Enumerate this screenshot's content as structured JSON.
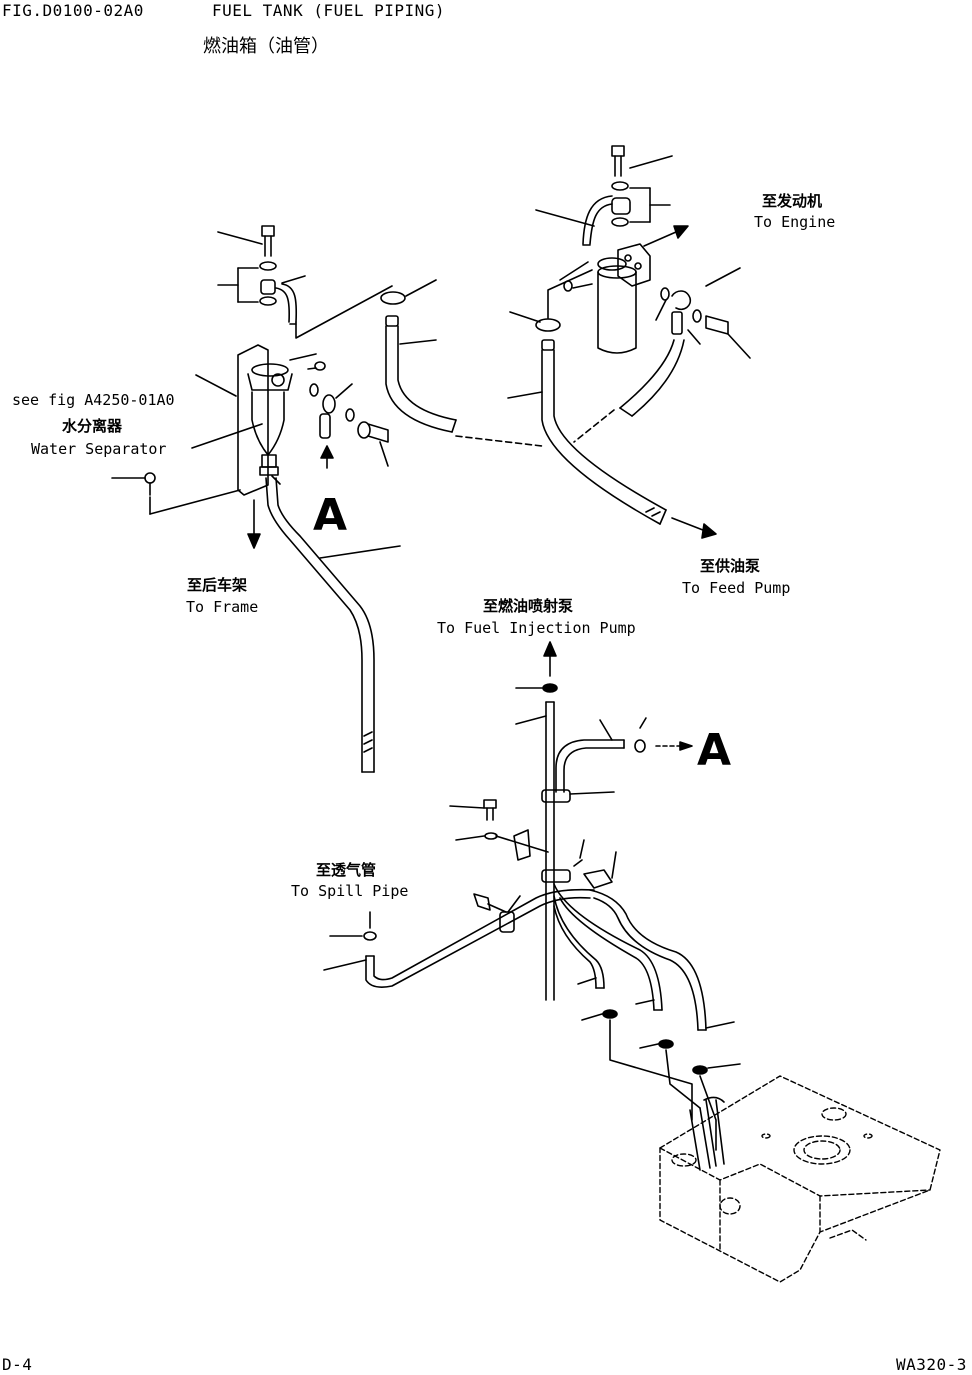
{
  "header": {
    "fig_no": "FIG.D0100-02A0",
    "title_en": "FUEL TANK (FUEL PIPING)",
    "title_cn": "燃油箱（油管）"
  },
  "labels": {
    "to_engine_cn": "至发动机",
    "to_engine_en": "To Engine",
    "see_fig": "see fig A4250-01A0",
    "water_sep_cn": "水分离器",
    "water_sep_en": "Water Separator",
    "to_frame_cn": "至后车架",
    "to_frame_en": "To Frame",
    "to_feed_pump_cn": "至供油泵",
    "to_feed_pump_en": "To Feed Pump",
    "to_injection_cn": "至燃油喷射泵",
    "to_injection_en": "To Fuel Injection Pump",
    "to_spill_cn": "至透气管",
    "to_spill_en": "To Spill Pipe",
    "callout_a1": "A",
    "callout_a2": "A"
  },
  "footer": {
    "page": "D-4",
    "model": "WA320-3"
  }
}
